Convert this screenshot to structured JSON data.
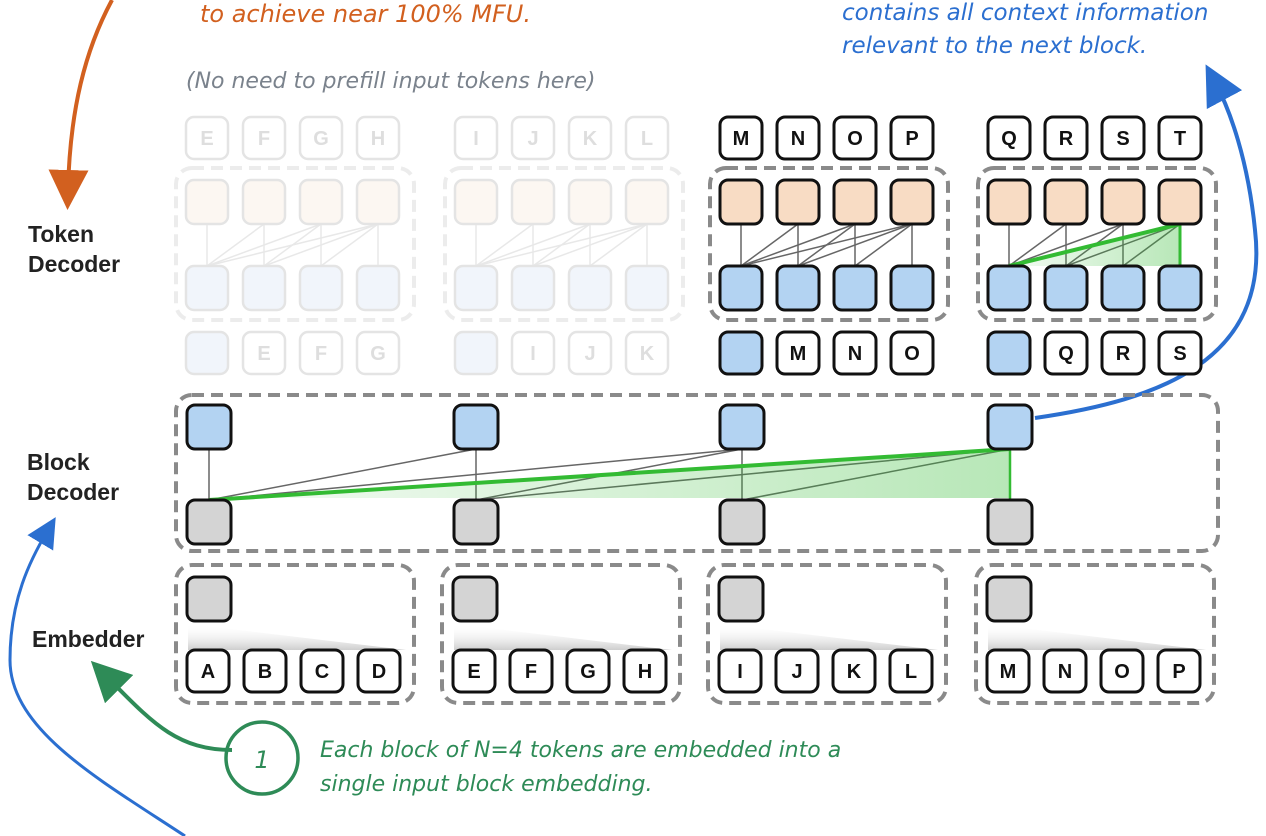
{
  "annotations": {
    "orange_note": "to achieve near 100% MFU.",
    "gray_note": "(No need to prefill input tokens here)",
    "blue_note_line1": "contains all context information",
    "blue_note_line2": "relevant to the next block.",
    "green_note_number": "1",
    "green_note_line1": "Each block of N=4 tokens are embedded into a",
    "green_note_line2": "single input block embedding."
  },
  "row_labels": {
    "token_decoder_line1": "Token",
    "token_decoder_line2": "Decoder",
    "block_decoder_line1": "Block",
    "block_decoder_line2": "Decoder",
    "embedder": "Embedder"
  },
  "token_decoder": {
    "groups": [
      {
        "outputs": [
          "E",
          "F",
          "G",
          "H"
        ],
        "inputs": [
          "",
          "E",
          "F",
          "G"
        ],
        "faded": true,
        "highlight": false
      },
      {
        "outputs": [
          "I",
          "J",
          "K",
          "L"
        ],
        "inputs": [
          "",
          "I",
          "J",
          "K"
        ],
        "faded": true,
        "highlight": false
      },
      {
        "outputs": [
          "M",
          "N",
          "O",
          "P"
        ],
        "inputs": [
          "",
          "M",
          "N",
          "O"
        ],
        "faded": false,
        "highlight": false
      },
      {
        "outputs": [
          "Q",
          "R",
          "S",
          "T"
        ],
        "inputs": [
          "",
          "Q",
          "R",
          "S"
        ],
        "faded": false,
        "highlight": true
      }
    ]
  },
  "block_decoder": {
    "num_blocks": 4,
    "highlight_target_index": 3
  },
  "embedder": {
    "groups": [
      [
        "A",
        "B",
        "C",
        "D"
      ],
      [
        "E",
        "F",
        "G",
        "H"
      ],
      [
        "I",
        "J",
        "K",
        "L"
      ],
      [
        "M",
        "N",
        "O",
        "P"
      ]
    ]
  },
  "colors": {
    "orange": "#d2601f",
    "blue": "#2b6fd0",
    "green": "#2e8b57",
    "gray_text": "#7a828c",
    "attn_green": "#33bb33",
    "peach": "#f8dcc4",
    "light_blue": "#b3d3f2",
    "gray_box": "#d4d4d4"
  }
}
